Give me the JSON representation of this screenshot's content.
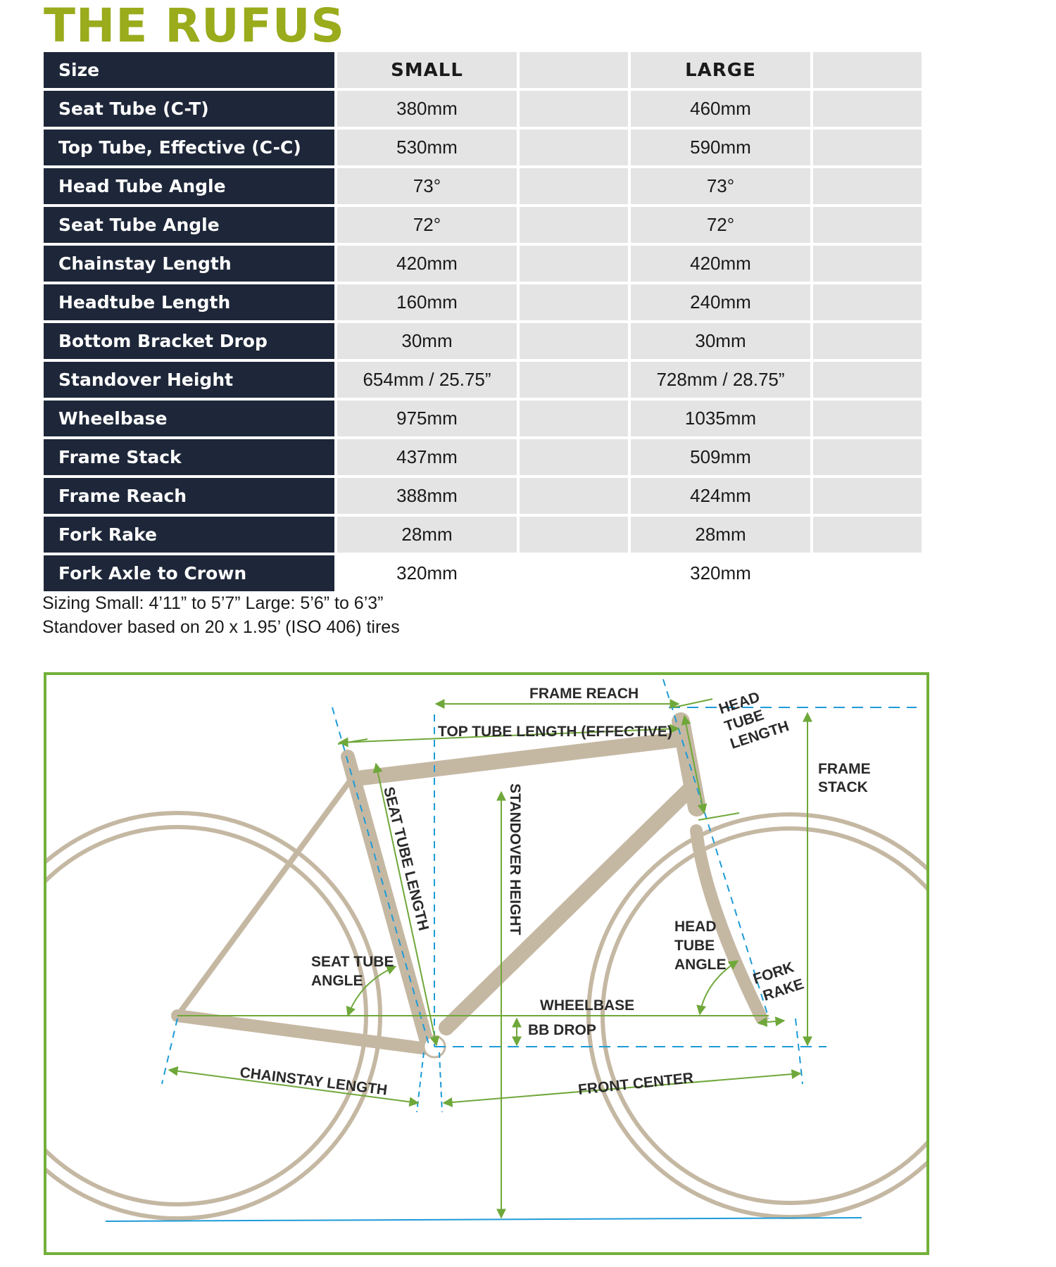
{
  "title": "THE RUFUS",
  "table": {
    "header": {
      "label": "Size",
      "small": "SMALL",
      "large": "LARGE"
    },
    "rows": [
      {
        "label": "Seat Tube (C-T)",
        "small": "380mm",
        "large": "460mm"
      },
      {
        "label": "Top Tube, Effective (C-C)",
        "small": "530mm",
        "large": "590mm"
      },
      {
        "label": "Head Tube Angle",
        "small": "73°",
        "large": "73°"
      },
      {
        "label": "Seat Tube Angle",
        "small": "72°",
        "large": "72°"
      },
      {
        "label": "Chainstay Length",
        "small": "420mm",
        "large": "420mm"
      },
      {
        "label": "Headtube Length",
        "small": "160mm",
        "large": "240mm"
      },
      {
        "label": "Bottom Bracket Drop",
        "small": "30mm",
        "large": "30mm"
      },
      {
        "label": "Standover Height",
        "small": "654mm / 25.75”",
        "large": "728mm / 28.75”"
      },
      {
        "label": "Wheelbase",
        "small": "975mm",
        "large": "1035mm"
      },
      {
        "label": "Frame Stack",
        "small": "437mm",
        "large": "509mm"
      },
      {
        "label": "Frame Reach",
        "small": "388mm",
        "large": "424mm"
      },
      {
        "label": "Fork Rake",
        "small": "28mm",
        "large": "28mm"
      },
      {
        "label": "Fork Axle to Crown",
        "small": "320mm",
        "large": "320mm"
      }
    ]
  },
  "notes": {
    "sizing": "Sizing Small: 4’11” to 5’7” Large: 5’6” to 6’3”",
    "standover": "Standover based on 20 x 1.95’ (ISO 406) tires"
  },
  "diagram": {
    "labels": {
      "frame_reach": "FRAME REACH",
      "top_tube": "TOP TUBE LENGTH  (EFFECTIVE)",
      "head_tube_1": "HEAD",
      "head_tube_2": "TUBE",
      "head_tube_3": "LENGTH",
      "frame_stack_1": "FRAME",
      "frame_stack_2": "STACK",
      "seat_tube_length": "SEAT TUBE LENGTH",
      "standover_height": "STANDOVER HEIGHT",
      "seat_tube_angle_1": "SEAT TUBE",
      "seat_tube_angle_2": "ANGLE",
      "head_tube_angle_1": "HEAD",
      "head_tube_angle_2": "TUBE",
      "head_tube_angle_3": "ANGLE",
      "fork_rake_1": "FORK",
      "fork_rake_2": "RAKE",
      "wheelbase": "WHEELBASE",
      "bb_drop": "BB DROP",
      "chainstay_length": "CHAINSTAY LENGTH",
      "front_center": "FRONT CENTER"
    },
    "colors": {
      "frame": "#c5b8a3",
      "wheel": "#c5b8a3",
      "blue": "#1e9bd7",
      "green": "#6fa83a",
      "border": "#73b03a"
    }
  }
}
